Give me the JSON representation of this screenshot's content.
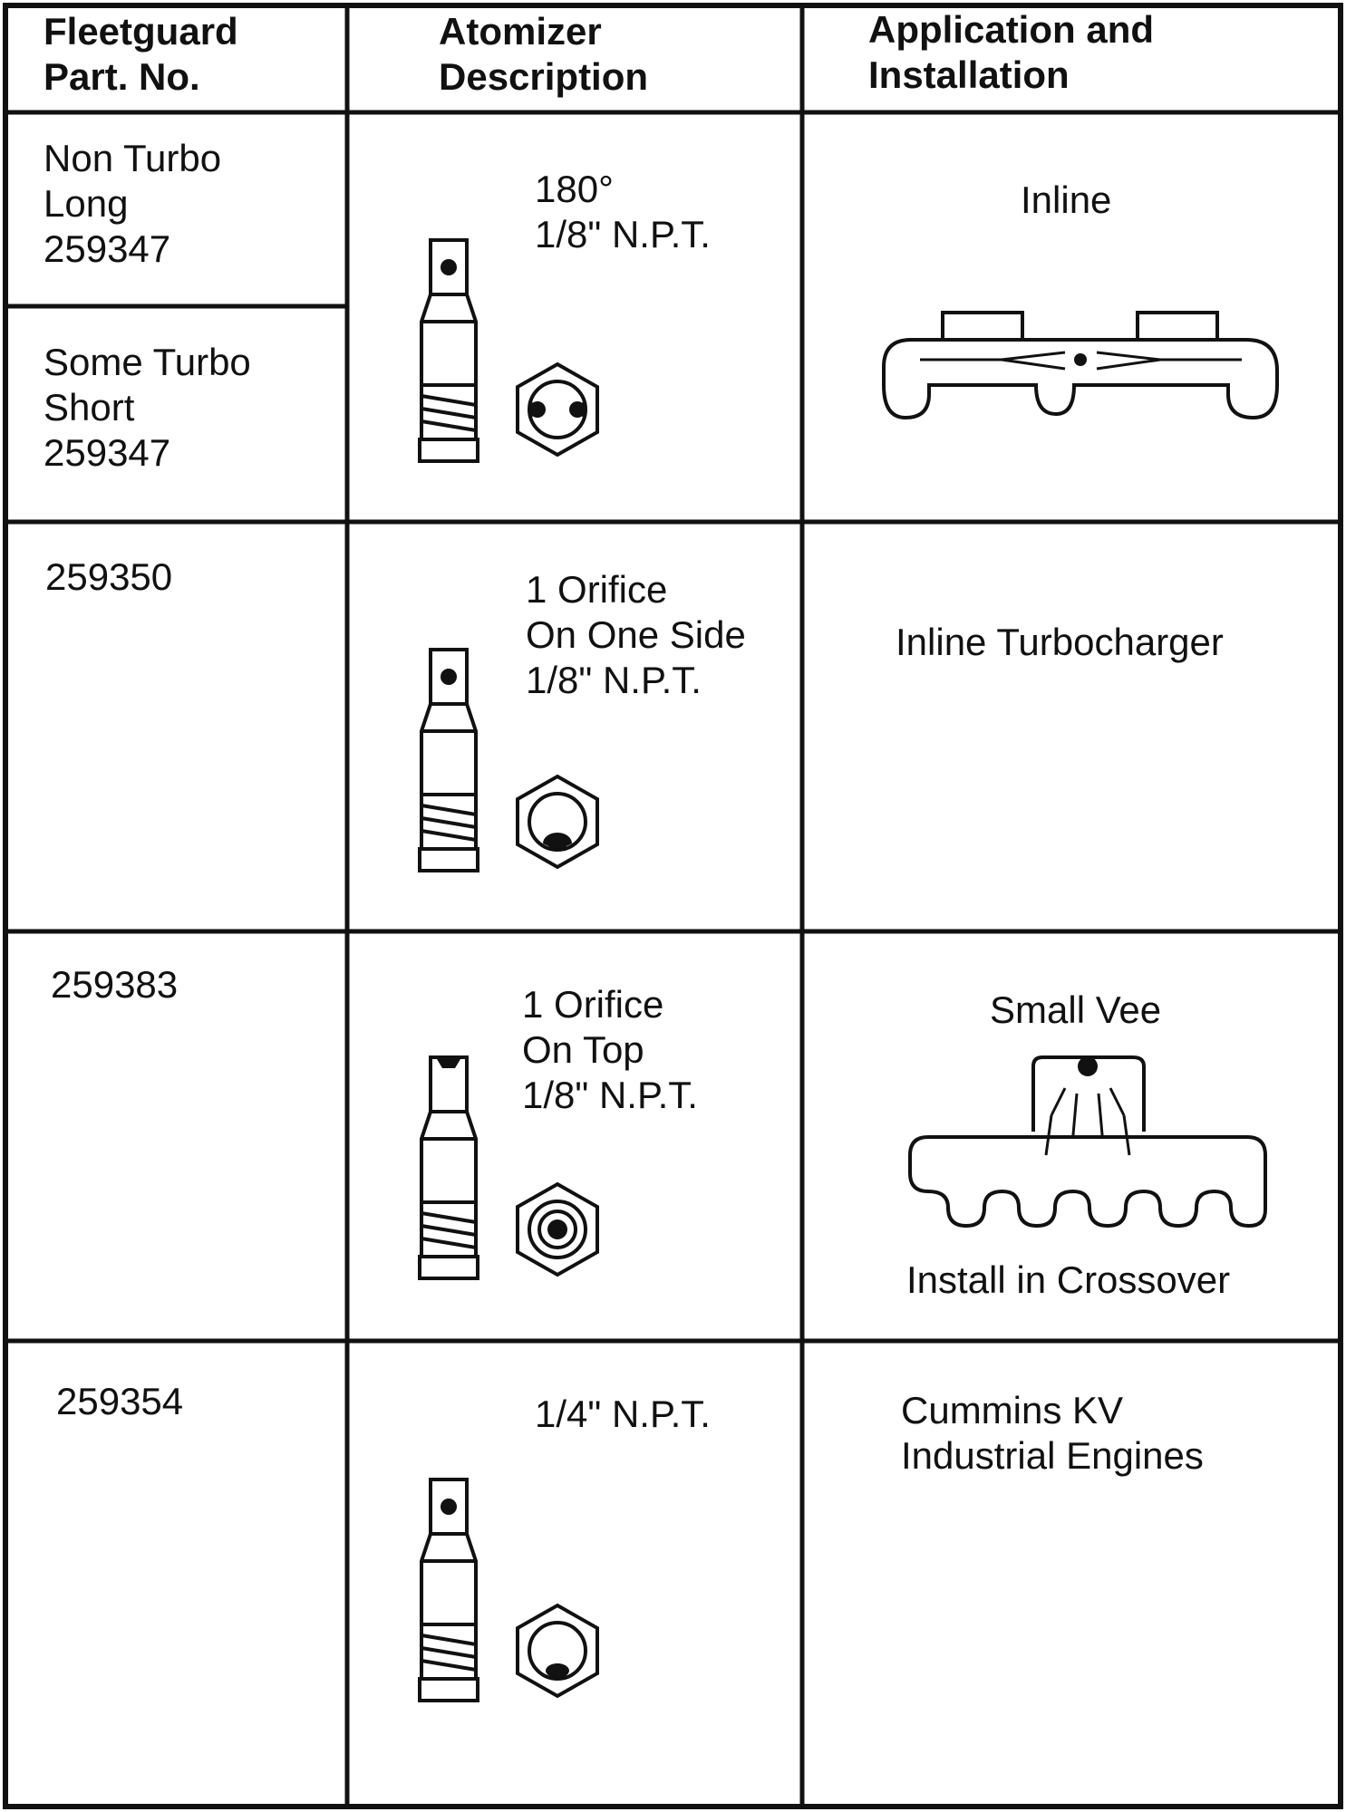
{
  "header": {
    "part_no": "Fleetguard\nPart. No.",
    "description": "Atomizer\nDescription",
    "application": "Application and\nInstallation"
  },
  "rows": [
    {
      "part_a": "Non Turbo\nLong\n259347",
      "part_b": "Some Turbo\nShort\n259347",
      "description": "180°\n1/8\" N.P.T.",
      "application": "Inline",
      "orifice": "two-side"
    },
    {
      "part": "259350",
      "description": "1 Orifice\nOn One Side\n1/8\" N.P.T.",
      "application": "Inline Turbocharger",
      "orifice": "one-side"
    },
    {
      "part": "259383",
      "description": "1 Orifice\nOn Top\n1/8\" N.P.T.",
      "application": "Small Vee",
      "application_note": "Install in Crossover",
      "orifice": "top"
    },
    {
      "part": "259354",
      "description": "1/4\" N.P.T.",
      "application": "Cummins KV\nIndustrial Engines",
      "orifice": "one-side"
    }
  ],
  "icons": {
    "atomizer": "atomizer-side-view-icon",
    "hex_end": "hex-nut-end-view-icon",
    "inline_manifold": "inline-manifold-diagram",
    "vee_manifold": "vee-crossover-manifold-diagram"
  }
}
